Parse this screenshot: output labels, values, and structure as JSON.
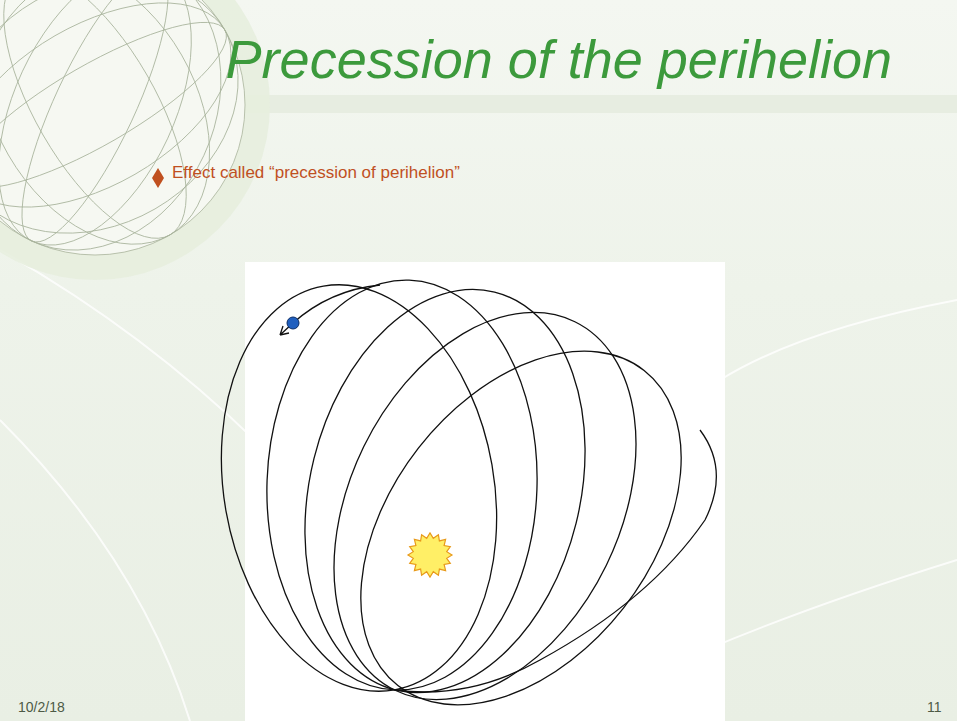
{
  "diagram": {
    "title": "Precession of the perihelion",
    "labels": [
      "Effect called “precession of perihelion”",
      "10/2/18",
      "11"
    ]
  }
}
